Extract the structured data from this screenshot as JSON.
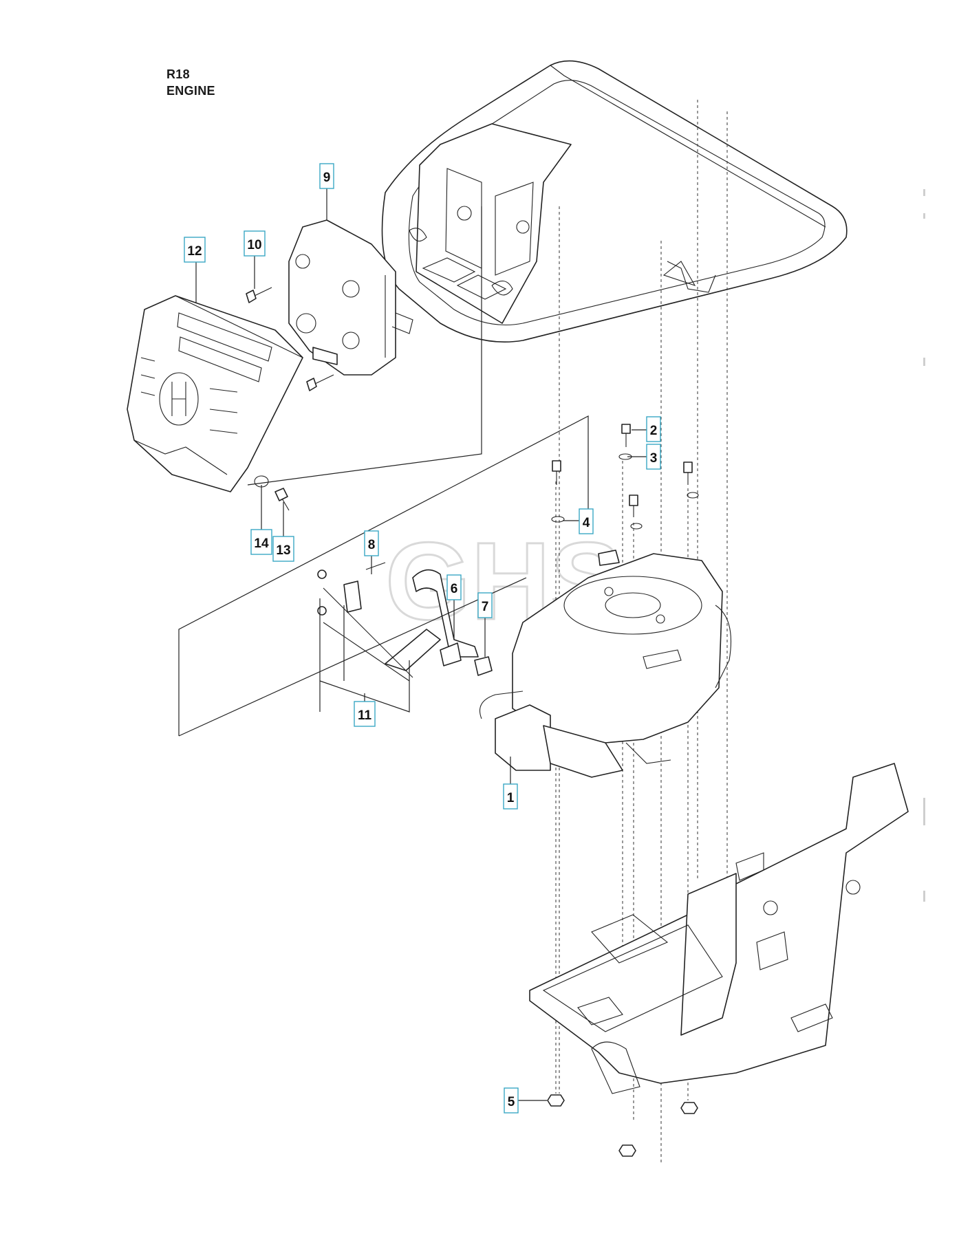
{
  "header": {
    "line1": "R18",
    "line2": "ENGINE"
  },
  "watermark": "GHS",
  "colors": {
    "callout_border": "#3aa7c4",
    "line": "#222222",
    "watermark": "#d9d9d9"
  },
  "callouts": [
    {
      "id": "1",
      "label": "1"
    },
    {
      "id": "2",
      "label": "2"
    },
    {
      "id": "3",
      "label": "3"
    },
    {
      "id": "4",
      "label": "4"
    },
    {
      "id": "5",
      "label": "5"
    },
    {
      "id": "6",
      "label": "6"
    },
    {
      "id": "7",
      "label": "7"
    },
    {
      "id": "8",
      "label": "8"
    },
    {
      "id": "9",
      "label": "9"
    },
    {
      "id": "10",
      "label": "10"
    },
    {
      "id": "11",
      "label": "11"
    },
    {
      "id": "12",
      "label": "12"
    },
    {
      "id": "13",
      "label": "13"
    },
    {
      "id": "14",
      "label": "14"
    }
  ]
}
